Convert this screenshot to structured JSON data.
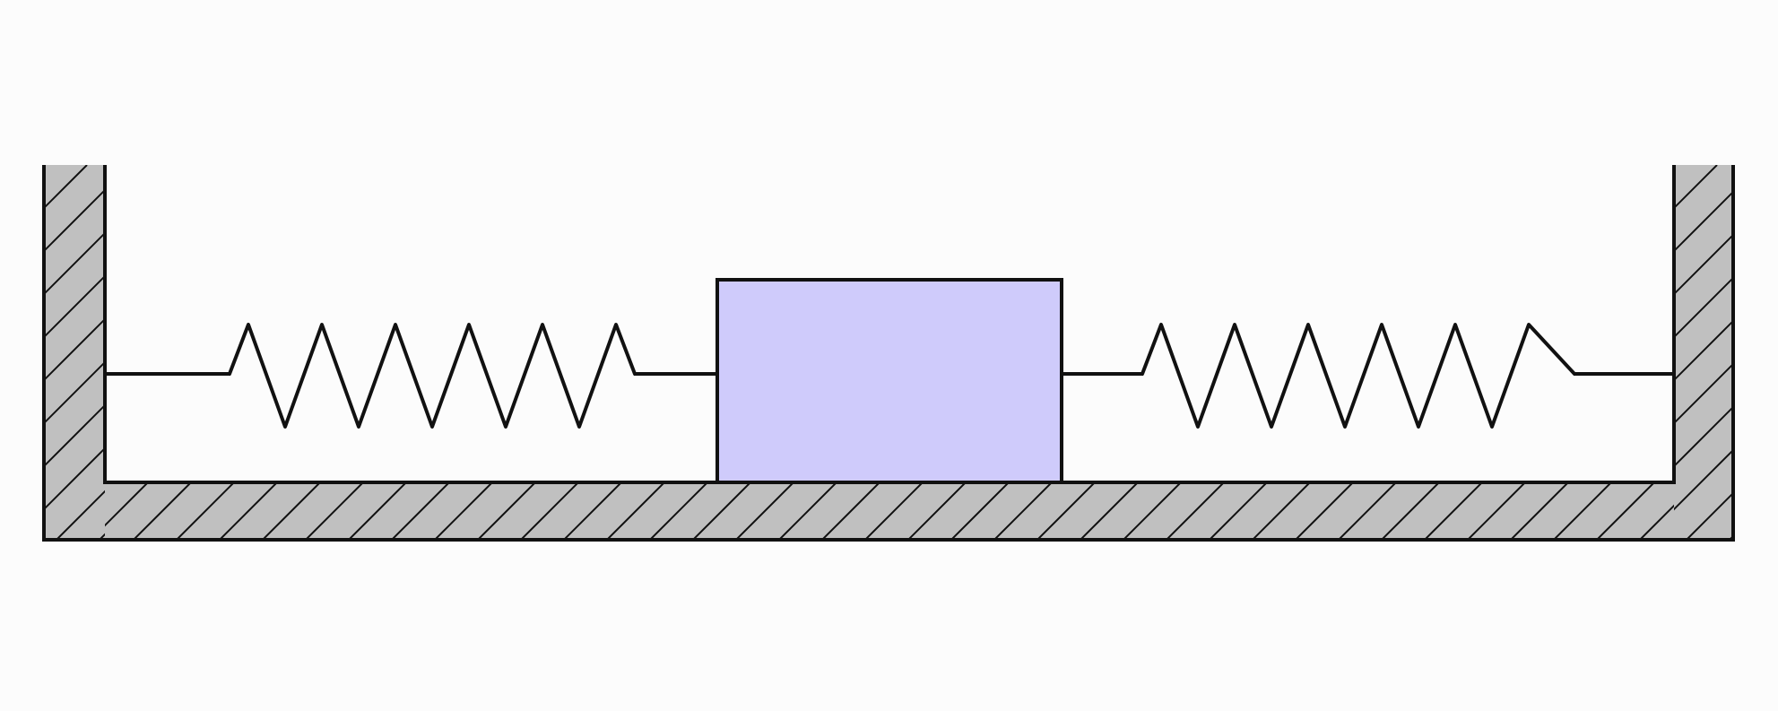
{
  "scene": {
    "background_color": "#fcfcfc",
    "line_color": "#111111",
    "hatch_fill_color": "#c0c0c0",
    "block_fill_color": "#cfcbfb",
    "hatching": "diagonal",
    "components": [
      {
        "name": "left-wall",
        "type": "fixed-support"
      },
      {
        "name": "floor",
        "type": "fixed-support"
      },
      {
        "name": "right-wall",
        "type": "fixed-support"
      },
      {
        "name": "left-spring",
        "type": "spring",
        "zigzag_peaks": 6
      },
      {
        "name": "block",
        "type": "mass"
      },
      {
        "name": "right-spring",
        "type": "spring",
        "zigzag_peaks": 6
      }
    ]
  }
}
